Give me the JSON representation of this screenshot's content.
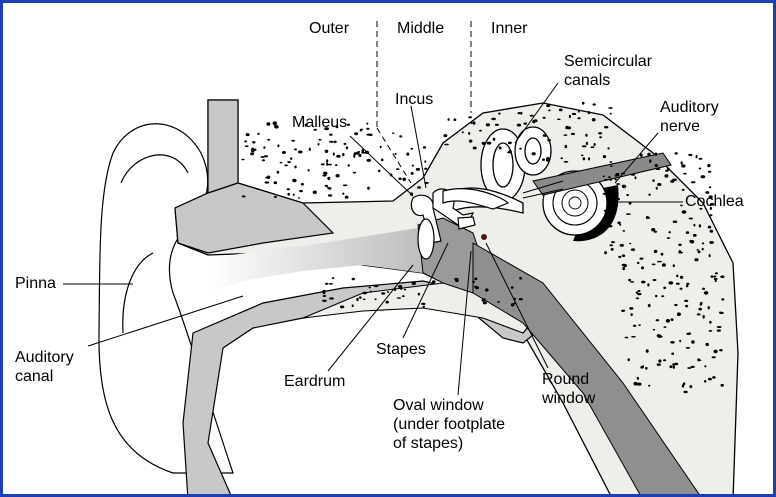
{
  "diagram": {
    "regions": [
      "Outer",
      "Middle",
      "Inner"
    ],
    "labels": {
      "semicircular_canals": [
        "Semicircular",
        "canals"
      ],
      "incus": "Incus",
      "malleus": "Malleus",
      "auditory_nerve": [
        "Auditory",
        "nerve"
      ],
      "cochlea": "Cochlea",
      "pinna": "Pinna",
      "auditory_canal": [
        "Auditory",
        "canal"
      ],
      "stapes": "Stapes",
      "eardrum": "Eardrum",
      "round_window": [
        "Round",
        "window"
      ],
      "oval_window": [
        "Oval window",
        "(under footplate",
        "of stapes)"
      ]
    }
  },
  "colors": {
    "frame": "#1c3fb8",
    "bone": "#eeeeea",
    "tissue": "#c8c8c8",
    "dark": "#888888",
    "outline": "#000000"
  }
}
